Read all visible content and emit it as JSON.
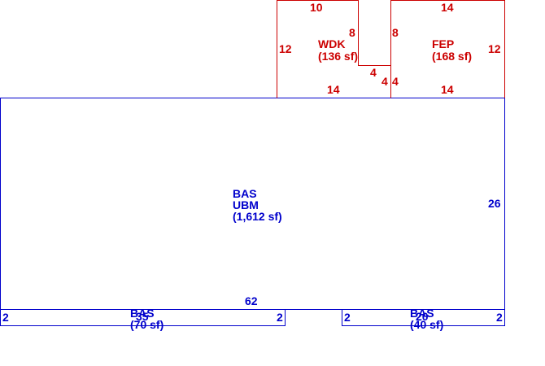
{
  "colors": {
    "main": "#0000cc",
    "addition": "#cc0000",
    "background": "#ffffff"
  },
  "areas": {
    "bas_main": {
      "code": "BAS",
      "subcode": "UBM",
      "area": "(1,612 sf)"
    },
    "wdk": {
      "code": "WDK",
      "area": "(136 sf)"
    },
    "fep": {
      "code": "FEP",
      "area": "(168 sf)"
    },
    "bas_left": {
      "code": "BAS",
      "area": "(70 sf)",
      "overlap_label": "35"
    },
    "bas_right": {
      "code": "BAS",
      "area": "(40 sf)",
      "overlap_label": "20"
    }
  },
  "dimensions": {
    "bas_main_bottom": "62",
    "bas_main_right": "26",
    "wdk_top": "10",
    "wdk_left": "12",
    "wdk_inner_right": "8",
    "wdk_step_top": "4",
    "wdk_step_right": "4",
    "wdk_bottom": "14",
    "fep_top": "14",
    "fep_left": "8",
    "fep_right": "12",
    "fep_lower_left": "4",
    "fep_bottom": "14",
    "bas_left_left": "2",
    "bas_left_right": "2",
    "bas_right_left": "2",
    "bas_right_right": "2"
  }
}
